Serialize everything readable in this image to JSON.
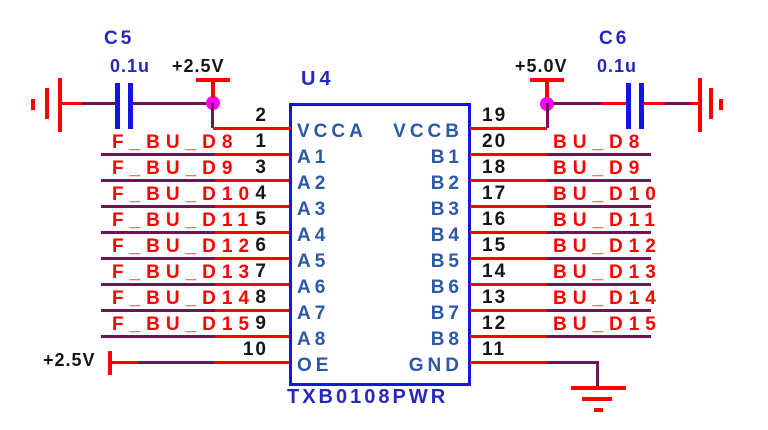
{
  "ic": {
    "refdes": "U4",
    "part": "TXB0108PWR",
    "rows": [
      {
        "left_pin": "VCCA",
        "left_num": "2",
        "right_pin": "VCCB",
        "right_num": "19",
        "left_label": "",
        "right_label": ""
      },
      {
        "left_pin": "A1",
        "left_num": "1",
        "right_pin": "B1",
        "right_num": "20",
        "left_label": "F_BU_D8",
        "right_label": "BU_D8"
      },
      {
        "left_pin": "A2",
        "left_num": "3",
        "right_pin": "B2",
        "right_num": "18",
        "left_label": "F_BU_D9",
        "right_label": "BU_D9"
      },
      {
        "left_pin": "A3",
        "left_num": "4",
        "right_pin": "B3",
        "right_num": "17",
        "left_label": "F_BU_D10",
        "right_label": "BU_D10"
      },
      {
        "left_pin": "A4",
        "left_num": "5",
        "right_pin": "B4",
        "right_num": "16",
        "left_label": "F_BU_D11",
        "right_label": "BU_D11"
      },
      {
        "left_pin": "A5",
        "left_num": "6",
        "right_pin": "B5",
        "right_num": "15",
        "left_label": "F_BU_D12",
        "right_label": "BU_D12"
      },
      {
        "left_pin": "A6",
        "left_num": "7",
        "right_pin": "B6",
        "right_num": "14",
        "left_label": "F_BU_D13",
        "right_label": "BU_D13"
      },
      {
        "left_pin": "A7",
        "left_num": "8",
        "right_pin": "B7",
        "right_num": "13",
        "left_label": "F_BU_D14",
        "right_label": "BU_D14"
      },
      {
        "left_pin": "A8",
        "left_num": "9",
        "right_pin": "B8",
        "right_num": "12",
        "left_label": "F_BU_D15",
        "right_label": "BU_D15"
      },
      {
        "left_pin": "OE",
        "left_num": "10",
        "right_pin": "GND",
        "right_num": "11",
        "left_label": "",
        "right_label": ""
      }
    ]
  },
  "capacitors": [
    {
      "refdes": "C5",
      "value": "0.1u"
    },
    {
      "refdes": "C6",
      "value": "0.1u"
    }
  ],
  "power_nets": {
    "top_left": "+2.5V",
    "top_right": "+5.0V",
    "bottom_left": "+2.5V"
  },
  "colors": {
    "net_wire": "#731356",
    "pin_and_power_red": "#ff0000",
    "component_body_blue": "#1414e8",
    "pin_name_blue": "#2c58a8",
    "designator_blue": "#2626c2",
    "pin_number_black": "#161616",
    "junction_dot_magenta": "#ff00ff"
  }
}
